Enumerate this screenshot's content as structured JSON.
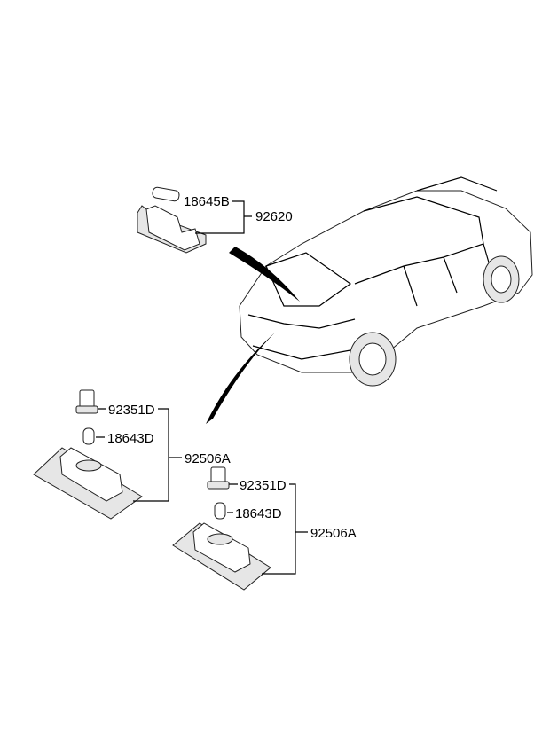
{
  "diagram": {
    "title_group_top": {
      "bulb": "18645B",
      "assembly": "92620"
    },
    "group_left": {
      "socket": "92351D",
      "bulb": "18643D",
      "assembly": "92506A"
    },
    "group_right": {
      "socket": "92351D",
      "bulb": "18643D",
      "assembly": "92506A"
    }
  }
}
